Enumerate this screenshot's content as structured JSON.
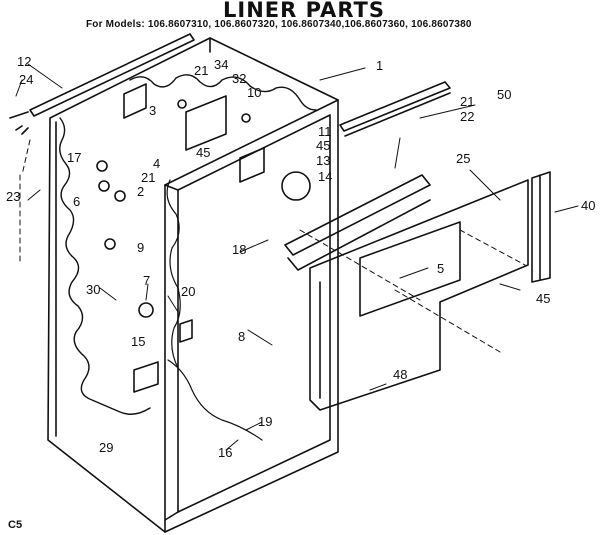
{
  "header": {
    "title": "LINER PARTS",
    "models": "For Models: 106.8607310, 106.8607320, 106.8607340,106.8607360, 106.8607380"
  },
  "part_numbers": {
    "p1": "1",
    "p2": "2",
    "p3": "3",
    "p4": "4",
    "p5": "5",
    "p6": "6",
    "p7": "7",
    "p8": "8",
    "p9": "9",
    "p10": "10",
    "p11": "11",
    "p12": "12",
    "p13": "13",
    "p14": "14",
    "p15": "15",
    "p16": "16",
    "p17": "17",
    "p18": "18",
    "p19": "19",
    "p20": "20",
    "p21": "21",
    "p22": "22",
    "p23": "23",
    "p24": "24",
    "p25": "25",
    "p29": "29",
    "p30": "30",
    "p32": "32",
    "p34": "34",
    "p40": "40",
    "p45": "45",
    "p48": "48",
    "p50": "50"
  },
  "footer": {
    "code": "C5"
  }
}
